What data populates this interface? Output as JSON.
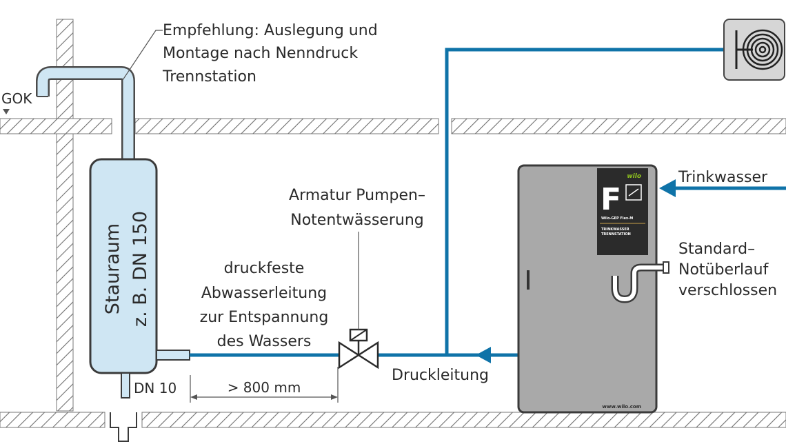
{
  "labels": {
    "recommendation_line1": "Empfehlung: Auslegung und",
    "recommendation_line2": "Montage nach Nenndruck",
    "recommendation_line3": "Trennstation",
    "gok": "GOK",
    "tank_line1": "Stauraum",
    "tank_line2": "z. B. DN 150",
    "dn10": "DN 10",
    "distance": "> 800 mm",
    "pipe_line1": "druckfeste",
    "pipe_line2": "Abwasserleitung",
    "pipe_line3": "zur Entspannung",
    "pipe_line4": "des Wassers",
    "valve_line1": "Armatur Pumpen–",
    "valve_line2": "Notentwässerung",
    "pressure_line": "Druckleitung",
    "drinking_water": "Trinkwasser",
    "overflow_line1": "Standard–",
    "overflow_line2": "Notüberlauf",
    "overflow_line3": "verschlossen"
  },
  "station": {
    "brand": "wilo",
    "letter": "F",
    "model": "Wilo-GEP Flex-M",
    "subtitle_line1": "TRINKWASSER",
    "subtitle_line2": "TRENNSTATION",
    "footer": "www.wilo.com"
  },
  "colors": {
    "pipe_blue": "#0f73a8",
    "tank_fill": "#cfe6f3",
    "station_gray": "#a9a9a9",
    "panel_dark": "#2b2b2b",
    "brand_green": "#8ec21f"
  },
  "icons": {
    "hose_reel": "hose-reel-icon"
  }
}
